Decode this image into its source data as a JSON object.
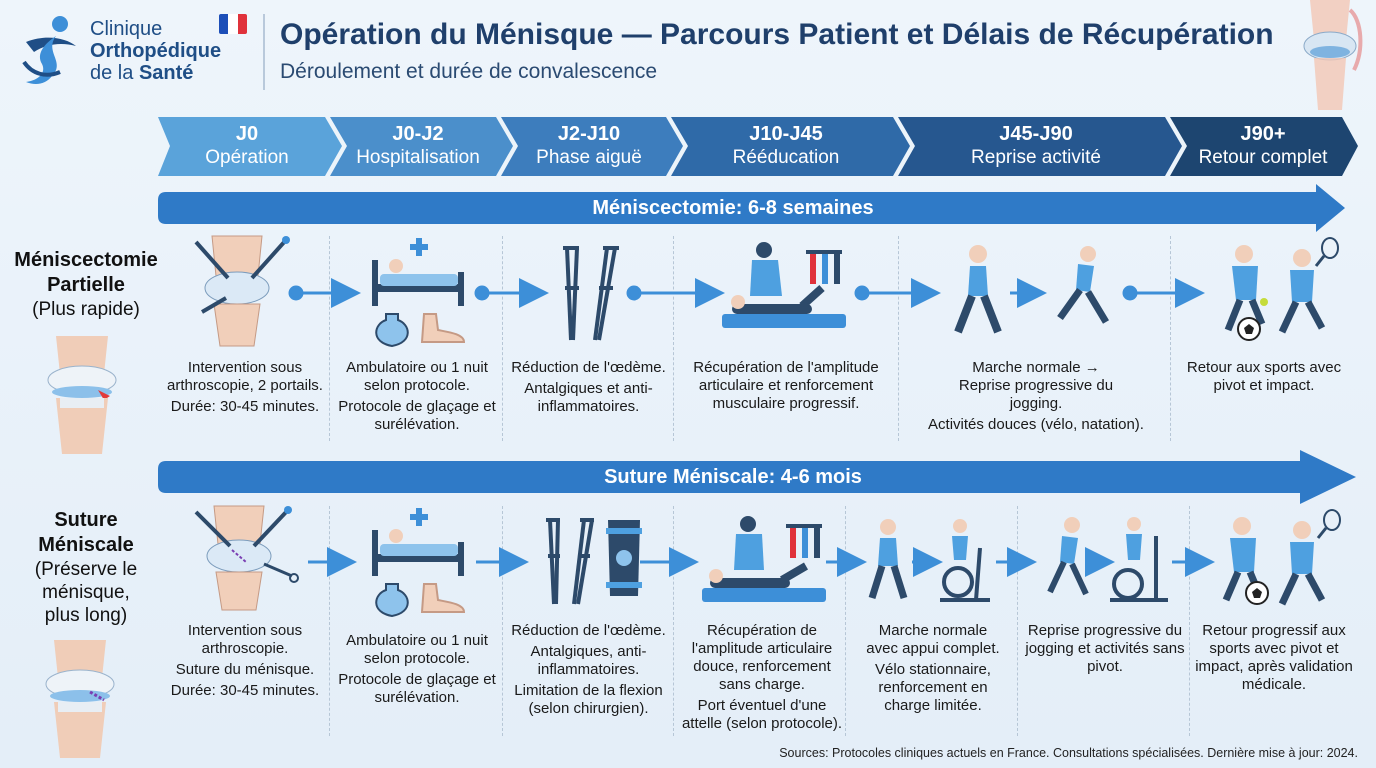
{
  "header": {
    "logo_line1": "Clinique",
    "logo_line2": "Orthopédique",
    "logo_line3_a": "de la ",
    "logo_line3_b": "Santé",
    "title": "Opération du Ménisque — Parcours Patient et Délais de Récupération",
    "subtitle": "Déroulement et durée de convalescence"
  },
  "phases": [
    {
      "code": "J0",
      "name": "Opération"
    },
    {
      "code": "J0-J2",
      "name": "Hospitalisation"
    },
    {
      "code": "J2-J10",
      "name": "Phase aiguë"
    },
    {
      "code": "J10-J45",
      "name": "Rééducation"
    },
    {
      "code": "J45-J90",
      "name": "Reprise activité"
    },
    {
      "code": "J90+",
      "name": "Retour complet"
    }
  ],
  "rows": {
    "meniscectomy": {
      "band": "Méniscectomie: 6-8 semaines",
      "label_title1": "Méniscectomie",
      "label_title2": "Partielle",
      "label_sub": "(Plus rapide)",
      "steps": [
        [
          "Intervention sous arthroscopie, 2 portails.",
          "Durée: 30-45 minutes."
        ],
        [
          "Ambulatoire ou 1 nuit selon protocole.",
          "Protocole de glaçage et surélévation."
        ],
        [
          "Réduction de l'œdème.",
          "Antalgiques et anti-inflammatoires."
        ],
        [
          "Récupération de l'amplitude articulaire et renforcement musculaire progressif."
        ],
        [
          "Marche normale → Reprise progressive du jogging.",
          "Activités douces (vélo, natation)."
        ],
        [
          "Retour aux sports avec pivot et impact."
        ]
      ]
    },
    "suture": {
      "band": "Suture Méniscale: 4-6 mois",
      "label_title1": "Suture",
      "label_title2": "Méniscale",
      "label_sub1": "(Préserve le",
      "label_sub2": "ménisque,",
      "label_sub3": "plus long)",
      "steps": [
        [
          "Intervention sous arthroscopie.",
          "Suture du ménisque.",
          "Durée: 30-45 minutes."
        ],
        [
          "Ambulatoire ou 1 nuit selon protocole.",
          "Protocole de glaçage et surélévation."
        ],
        [
          "Réduction de l'œdème.",
          "Antalgiques, anti-inflammatoires.",
          "Limitation de la flexion (selon chirurgien)."
        ],
        [
          "Récupération de l'amplitude articulaire douce, renforcement sans charge.",
          "Port éventuel d'une attelle (selon protocole)."
        ],
        [
          "Marche normale avec appui complet.",
          "Vélo stationnaire, renforcement en charge limitée."
        ],
        [
          "Reprise progressive du jogging et activités sans pivot."
        ],
        [
          "Retour progressif aux sports avec pivot et impact, après validation médicale."
        ]
      ]
    }
  },
  "footer": "Sources: Protocoles cliniques actuels en France. Consultations spécialisées. Dernière mise à jour: 2024.",
  "colors": {
    "phase1": "#5aa3da",
    "phase2": "#4b8fcb",
    "phase3": "#3d7dbd",
    "phase4": "#2f6aa8",
    "phase5": "#26578f",
    "phase6": "#1d4570",
    "band": "#2f7ac7",
    "accent": "#3d8fd8",
    "flag_blue": "#1d4fb8",
    "flag_red": "#e0323b"
  },
  "icons": [
    "logo-figure-icon",
    "flag-france-icon",
    "knee-anatomy-icon",
    "arthroscopy-knee-icon",
    "hospital-bed-icon",
    "ice-pack-icon",
    "foot-icon",
    "crutches-icon",
    "knee-brace-icon",
    "physiotherapy-icon",
    "walking-person-icon",
    "running-person-icon",
    "exercise-bike-icon",
    "elliptical-icon",
    "sports-players-icon",
    "soccer-ball-icon",
    "tennis-racket-icon"
  ]
}
